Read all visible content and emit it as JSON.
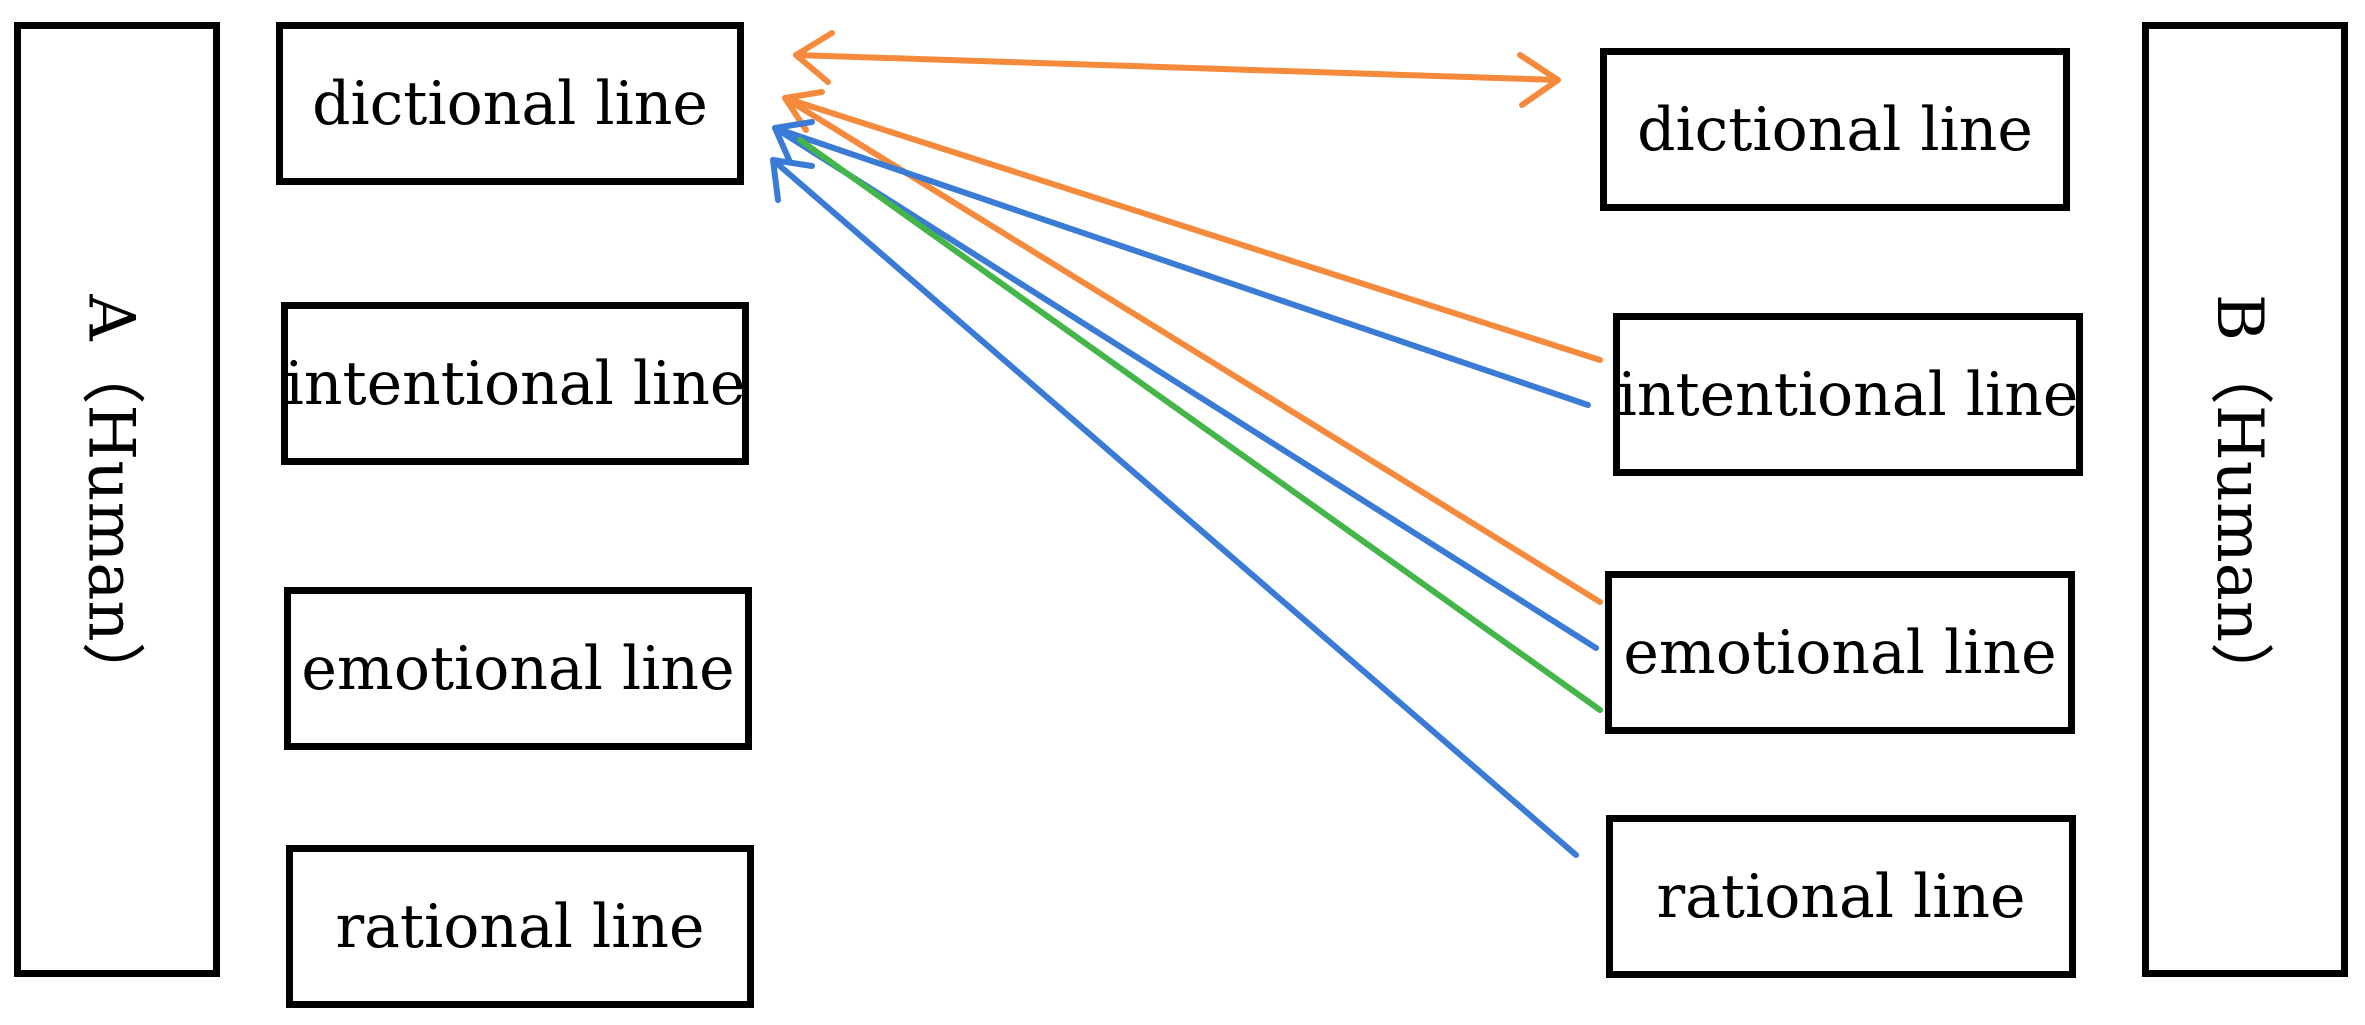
{
  "agents": {
    "a": {
      "label": "A（Human）"
    },
    "b": {
      "label": "B（Human）"
    }
  },
  "left_lines": [
    "dictional line",
    "intentional line",
    "emotional line",
    "rational line"
  ],
  "right_lines": [
    "dictional line",
    "intentional line",
    "emotional line",
    "rational line"
  ],
  "connections": [
    {
      "from": "B.dictional line",
      "to": "A.dictional line",
      "color": "#F58A3C",
      "bidirectional": true
    },
    {
      "from": "B.intentional line",
      "to": "A.dictional line",
      "color": "#F58A3C"
    },
    {
      "from": "B.emotional line",
      "to": "A.dictional line",
      "color": "#F58A3C"
    },
    {
      "from": "B.intentional line",
      "to": "A.dictional line",
      "color": "#3A7BD5"
    },
    {
      "from": "B.emotional line",
      "to": "A.dictional line",
      "color": "#3A7BD5"
    },
    {
      "from": "B.rational line",
      "to": "A.dictional line",
      "color": "#3A7BD5"
    },
    {
      "from": "B.emotional line",
      "to": "A.dictional line",
      "color": "#44B549"
    }
  ]
}
